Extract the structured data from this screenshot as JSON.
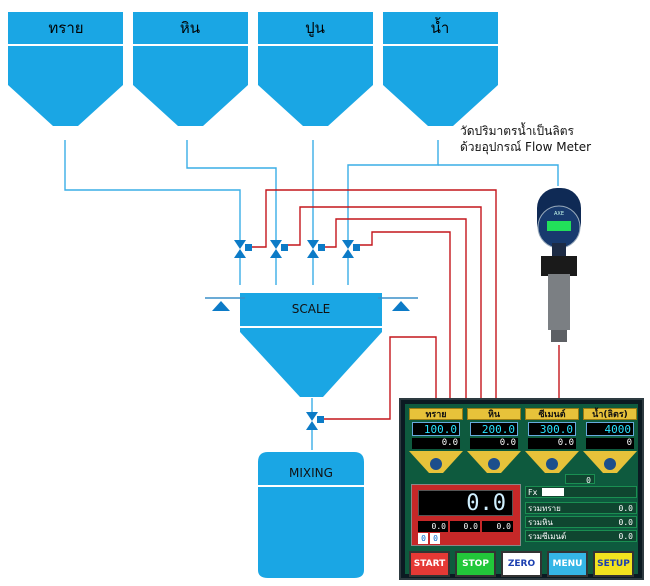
{
  "hoppers": [
    {
      "label": "ทราย"
    },
    {
      "label": "หิน"
    },
    {
      "label": "ปูน"
    },
    {
      "label": "น้ำ"
    }
  ],
  "scale_label": "SCALE",
  "mixer_label": "MIXING",
  "flow_note": {
    "line1": "วัดปริมาตรน้ำเป็นลิตร",
    "line2": "ด้วยอุปกรณ์ Flow Meter"
  },
  "flow_meter_display": "AXE",
  "colors": {
    "hopper_blue": "#1aa6e4",
    "pipe_blue": "#3aaee6",
    "signal_red": "#c4161c",
    "valve_blue": "#0c7bc7"
  },
  "hmi": {
    "cards": [
      {
        "head": "ทราย",
        "setpoint": "100.0",
        "actual": "0.0"
      },
      {
        "head": "หิน",
        "setpoint": "200.0",
        "actual": "0.0"
      },
      {
        "head": "ซีเมนต์",
        "setpoint": "300.0",
        "actual": "0.0"
      },
      {
        "head": "น้ำ(ลิตร)",
        "setpoint": "4000",
        "actual": "0"
      }
    ],
    "weight": "0.0",
    "small_values": [
      "0.0",
      "0.0",
      "0.0",
      "0",
      "0"
    ],
    "top_right_value": "0",
    "fx_label": "Fx",
    "totals": [
      {
        "label": "รวมทราย",
        "value": "0.0"
      },
      {
        "label": "รวมหิน",
        "value": "0.0"
      },
      {
        "label": "รวมซีเมนต์",
        "value": "0.0"
      }
    ],
    "buttons": [
      {
        "label": "START",
        "bg": "#e53935",
        "fg": "#ffffff"
      },
      {
        "label": "STOP",
        "bg": "#22c73a",
        "fg": "#ffffff"
      },
      {
        "label": "ZERO",
        "bg": "#ffffff",
        "fg": "#1b3fb0"
      },
      {
        "label": "MENU",
        "bg": "#35b6e6",
        "fg": "#ffffff"
      },
      {
        "label": "SETUP",
        "bg": "#f2e31f",
        "fg": "#1b3fb0"
      }
    ]
  }
}
